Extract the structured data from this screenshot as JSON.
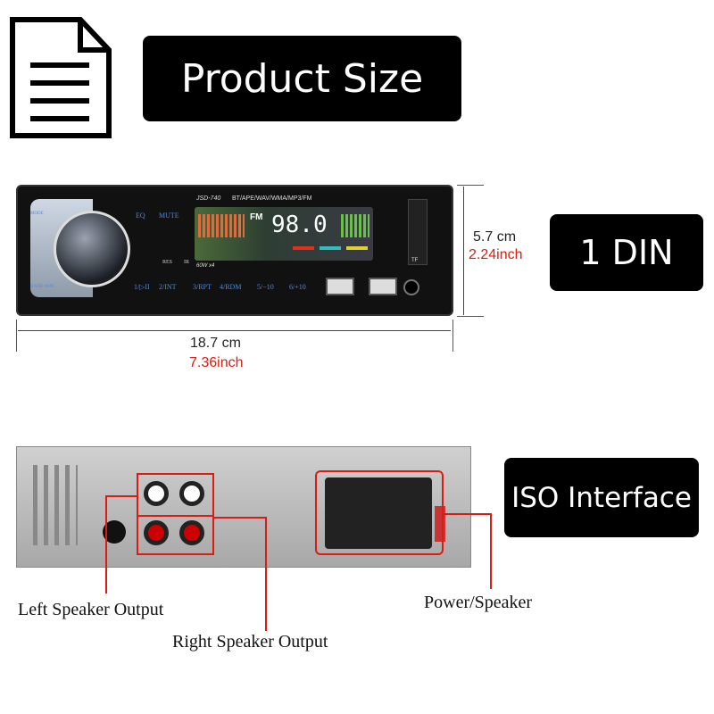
{
  "header": {
    "title": "Product Size"
  },
  "front": {
    "model": "JSD-740",
    "formats": "BT/APE/WAV/WMA/MP3/FM",
    "band": "FM",
    "frequency": "98.0",
    "power": "60W x4",
    "buttons": [
      "EQ",
      "MUTE",
      "1/▷II",
      "2/INT",
      "3/RPT",
      "4/RDM",
      "5/−10",
      "6/+10"
    ],
    "small_labels": {
      "res": "RES",
      "ir": "IR",
      "tf": "TF",
      "mode": "MODE",
      "hand": "HAND AME"
    }
  },
  "dimensions": {
    "height_cm": "5.7 cm",
    "height_inch": "2.24inch",
    "width_cm": "18.7 cm",
    "width_inch": "7.36inch"
  },
  "din_badge": "1 DIN",
  "iso_badge": "ISO Interface",
  "rear": {
    "left_label": "Left Speaker Output",
    "right_label": "Right Speaker Output",
    "power_label": "Power/Speaker"
  },
  "colors": {
    "accent_red": "#d81e12",
    "button_blue": "#4d8be0"
  }
}
